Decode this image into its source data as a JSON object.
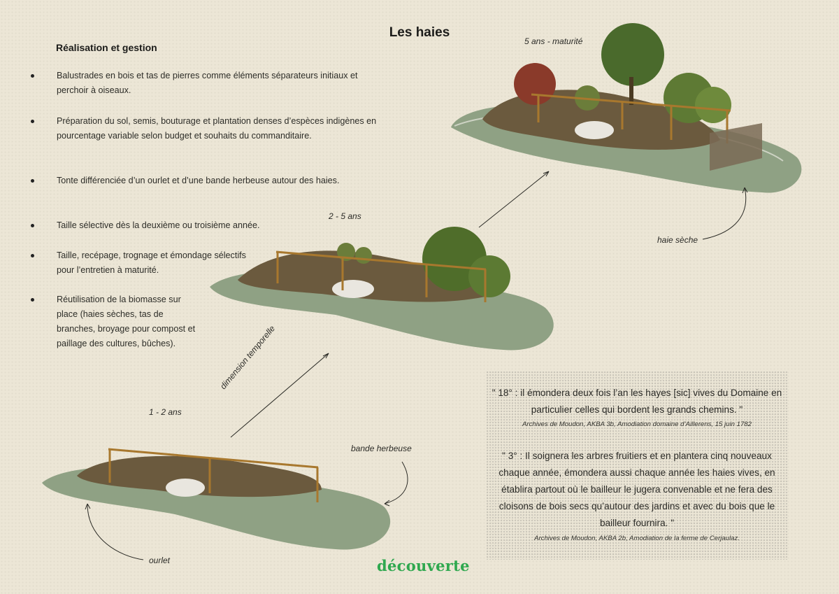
{
  "title": "Les haies",
  "subtitle": "Réalisation et gestion",
  "items": [
    "Balustrades en bois et tas de pierres comme éléments séparateurs initiaux et perchoir à oiseaux.",
    "Préparation du sol, semis, bouturage et plantation denses d’espèces indigènes en pourcentage variable selon budget et souhaits du commanditaire.",
    "Tonte différenciée d’un ourlet et d’une bande herbeuse autour des haies.",
    "Taille sélective dès la deuxième ou troisième année.",
    "Taille, recépage, trognage et émondage sélectifs pour l’entretien à maturité.",
    "Réutilisation de la biomasse sur place (haies sèches, tas de branches, broyage pour compost et paillage des cultures, bûches)."
  ],
  "labels": {
    "stage3": "5 ans - maturité",
    "stage2": "2 - 5 ans",
    "stage1": "1 - 2 ans",
    "time": "dimension temporelle",
    "dry_hedge": "haie sèche",
    "grass_band": "bande herbeuse",
    "ourlet": "ourlet"
  },
  "quotes": [
    {
      "text": "\" 18° : il émondera deux fois l’an les hayes [sic] vives du Domaine en particulier celles qui bordent les grands chemins. \"",
      "cite": "Archives de Moudon, AKBA 3b, Amodiation domaine d’Aillerens, 15 juin 1782"
    },
    {
      "text": "\" 3° : Il soignera les arbres fruitiers et en plantera cinq nouveaux chaque année, émondera aussi chaque année les haies vives, en établira partout où le bailleur le jugera convenable et ne fera des cloisons de bois secs qu’autour des jardins et avec du bois que le bailleur fournira. \"",
      "cite": "Archives de Moudon, AKBA 2b, Amodiation de la ferme de Cerjaulaz."
    }
  ],
  "logo": "découverte",
  "colors": {
    "background": "#ece6d6",
    "grass": "#7d8f70",
    "foliage": "#4d6b33",
    "fence": "#a8782e",
    "logo": "#2fa84f"
  }
}
